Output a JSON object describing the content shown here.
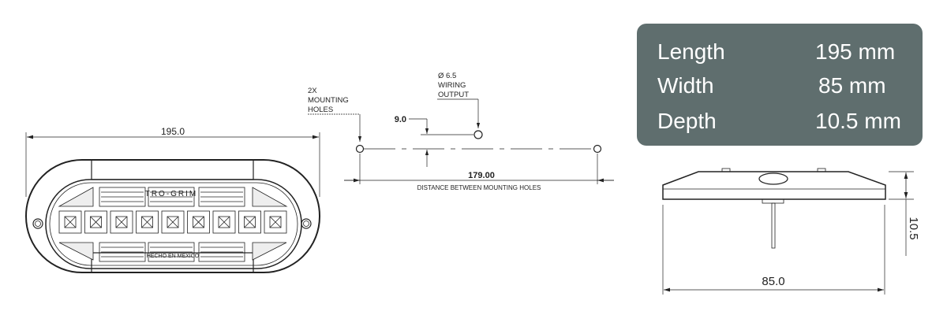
{
  "front_view": {
    "length_dim": "195.0",
    "brand_text": "TRO-GRIM",
    "origin_text": "HECHO EN MEXICO"
  },
  "hole_view": {
    "mounting_label": [
      "2X",
      "MOUNTING",
      "HOLES"
    ],
    "wiring_label": [
      "Ø 6.5",
      "WIRING",
      "OUTPUT"
    ],
    "offset_dim": "9.0",
    "spacing_dim": "179.00",
    "spacing_caption": "DISTANCE BETWEEN MOUNTING HOLES"
  },
  "specs": [
    {
      "label": "Length",
      "value": "195 mm"
    },
    {
      "label": "Width",
      "value": "85 mm"
    },
    {
      "label": "Depth",
      "value": "10.5 mm"
    }
  ],
  "side_view": {
    "width_dim": "85.0",
    "depth_dim": "10.5"
  },
  "colors": {
    "spec_panel": "#5f6e6e",
    "line": "#222222"
  }
}
